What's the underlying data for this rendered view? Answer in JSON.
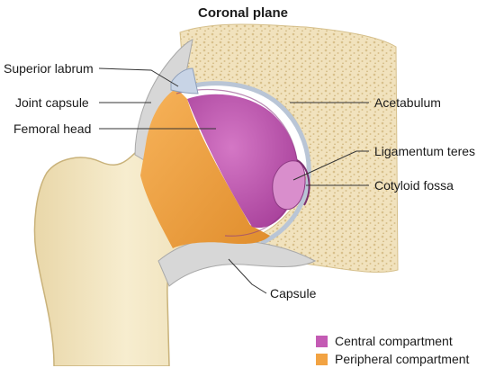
{
  "title": "Coronal plane",
  "labels": {
    "superior_labrum": "Superior labrum",
    "joint_capsule": "Joint capsule",
    "femoral_head": "Femoral head",
    "acetabulum": "Acetabulum",
    "ligamentum_teres": "Ligamentum teres",
    "cotyloid_fossa": "Cotyloid fossa",
    "capsule": "Capsule"
  },
  "legend": [
    {
      "label": "Central compartment",
      "color": "#c45bb4"
    },
    {
      "label": "Peripheral compartment",
      "color": "#f2a343"
    }
  ],
  "colors": {
    "bone": "#f1e2bd",
    "bone_pattern": "#d8c08b",
    "femur": "#f6ebc8",
    "capsule": "#d2d2d2",
    "labrum": "#c8d4e6"
  }
}
